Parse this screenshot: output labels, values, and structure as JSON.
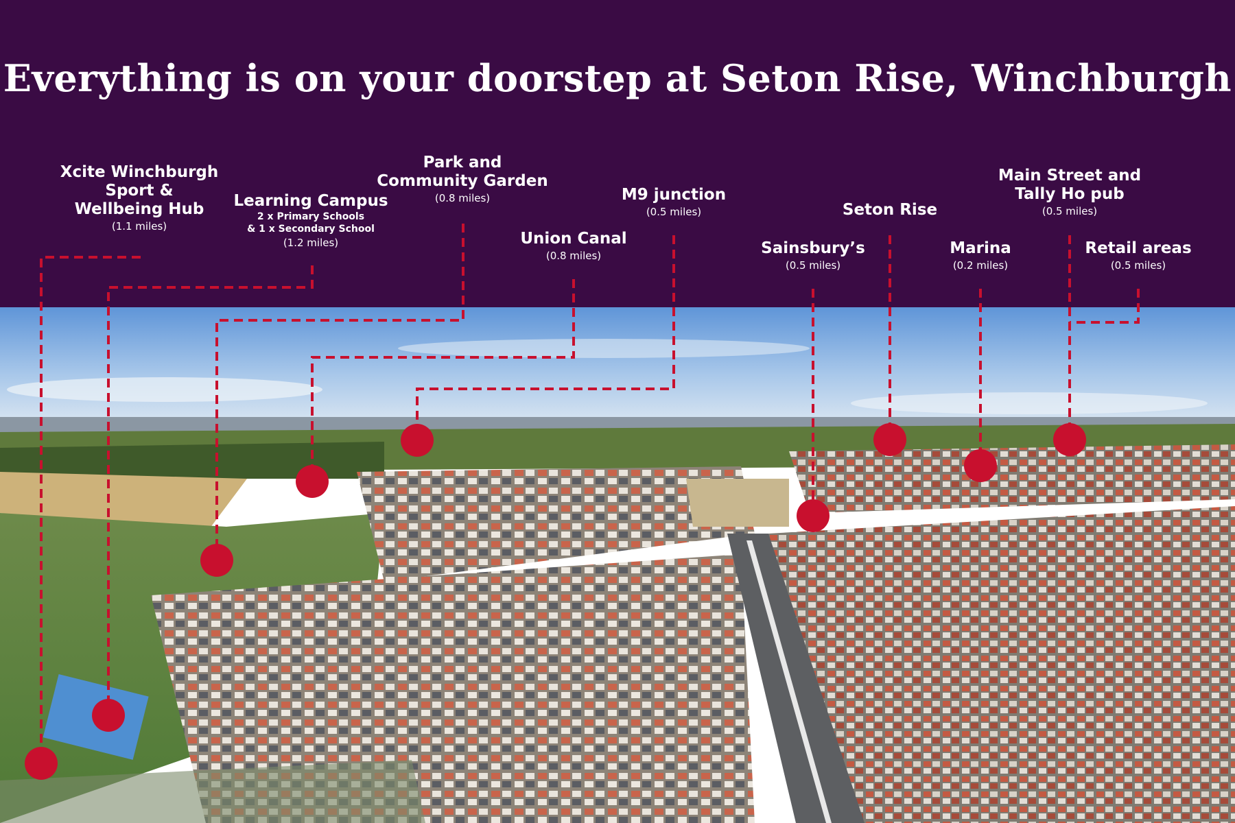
{
  "title": "Everything is on your doorstep at Seton Rise, Winchburgh",
  "colors": {
    "header_bg": "#3a0b44",
    "marker": "#c8102e",
    "label_text": "#ffffff"
  },
  "locations": [
    {
      "id": "xcite",
      "lines": [
        "Xcite Winchburgh",
        "Sport &",
        "Wellbeing Hub"
      ],
      "details": [],
      "distance": "(1.1 miles)"
    },
    {
      "id": "learning",
      "lines": [
        "Learning Campus"
      ],
      "details": [
        "2 x Primary Schools",
        "& 1 x Secondary School"
      ],
      "distance": "(1.2 miles)"
    },
    {
      "id": "park",
      "lines": [
        "Park and",
        "Community Garden"
      ],
      "details": [],
      "distance": "(0.8 miles)"
    },
    {
      "id": "canal",
      "lines": [
        "Union Canal"
      ],
      "details": [],
      "distance": "(0.8 miles)"
    },
    {
      "id": "m9",
      "lines": [
        "M9 junction"
      ],
      "details": [],
      "distance": "(0.5 miles)"
    },
    {
      "id": "sainsburys",
      "lines": [
        "Sainsbury’s"
      ],
      "details": [],
      "distance": "(0.5 miles)"
    },
    {
      "id": "seton",
      "lines": [
        "Seton Rise"
      ],
      "details": [],
      "distance": ""
    },
    {
      "id": "marina",
      "lines": [
        "Marina"
      ],
      "details": [],
      "distance": "(0.2 miles)"
    },
    {
      "id": "mainstreet",
      "lines": [
        "Main Street and",
        "Tally Ho pub"
      ],
      "details": [],
      "distance": "(0.5 miles)"
    },
    {
      "id": "retail",
      "lines": [
        "Retail areas"
      ],
      "details": [],
      "distance": "(0.5 miles)"
    }
  ]
}
